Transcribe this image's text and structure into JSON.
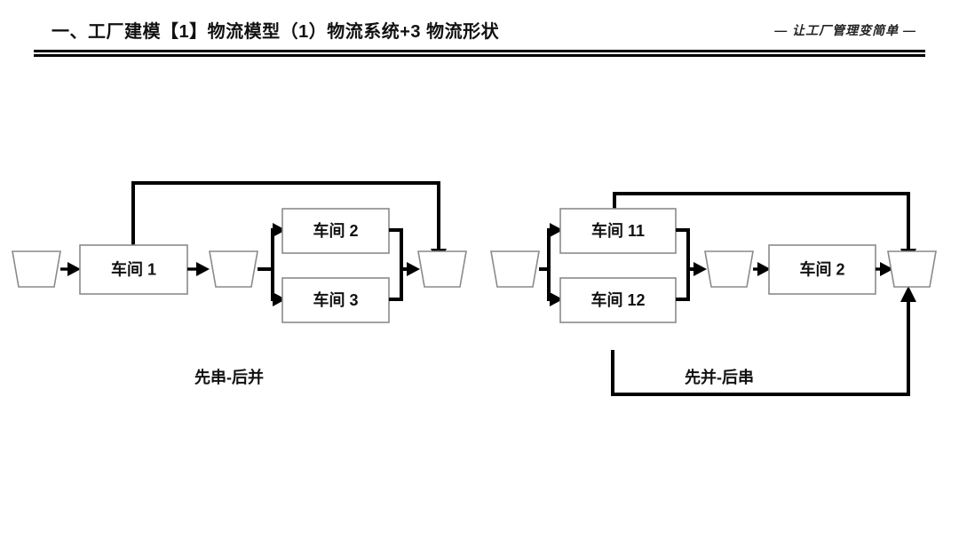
{
  "page": {
    "background_color": "#ffffff",
    "text_color": "#111111",
    "line_color": "#000000",
    "shape_stroke_color": "#8a8a8a"
  },
  "header": {
    "title": "一、工厂建模【1】物流模型（1）物流系统+3 物流形状",
    "slogan": "— 让工厂管理变简单 —",
    "rule_color": "#000000"
  },
  "diagrams": [
    {
      "id": "series-then-parallel",
      "caption": "先串-后并",
      "nodes": [
        {
          "name": "buffer-in",
          "type": "buffer",
          "label": ""
        },
        {
          "name": "workshop-1",
          "type": "box",
          "label": "车间 1"
        },
        {
          "name": "buffer-mid",
          "type": "buffer",
          "label": ""
        },
        {
          "name": "workshop-2",
          "type": "box",
          "label": "车间 2"
        },
        {
          "name": "workshop-3",
          "type": "box",
          "label": "车间 3"
        },
        {
          "name": "buffer-out",
          "type": "buffer",
          "label": ""
        }
      ],
      "flows": [
        "buffer-in -> workshop-1",
        "workshop-1 -> buffer-mid",
        "buffer-mid -> workshop-2",
        "buffer-mid -> workshop-3",
        "workshop-2 -> buffer-out",
        "workshop-3 -> buffer-out",
        "workshop-1 (top feedback) -> buffer-out"
      ]
    },
    {
      "id": "parallel-then-series",
      "caption": "先并-后串",
      "nodes": [
        {
          "name": "buffer-in",
          "type": "buffer",
          "label": ""
        },
        {
          "name": "workshop-11",
          "type": "box",
          "label": "车间 11"
        },
        {
          "name": "workshop-12",
          "type": "box",
          "label": "车间 12"
        },
        {
          "name": "buffer-mid",
          "type": "buffer",
          "label": ""
        },
        {
          "name": "workshop-2",
          "type": "box",
          "label": "车间 2"
        },
        {
          "name": "buffer-out",
          "type": "buffer",
          "label": ""
        }
      ],
      "flows": [
        "buffer-in -> workshop-11",
        "buffer-in -> workshop-12",
        "workshop-11 -> buffer-mid",
        "workshop-12 -> buffer-mid",
        "buffer-mid -> workshop-2",
        "workshop-2 -> buffer-out",
        "top feedback -> buffer-out",
        "bottom feedback -> buffer-out"
      ]
    }
  ]
}
